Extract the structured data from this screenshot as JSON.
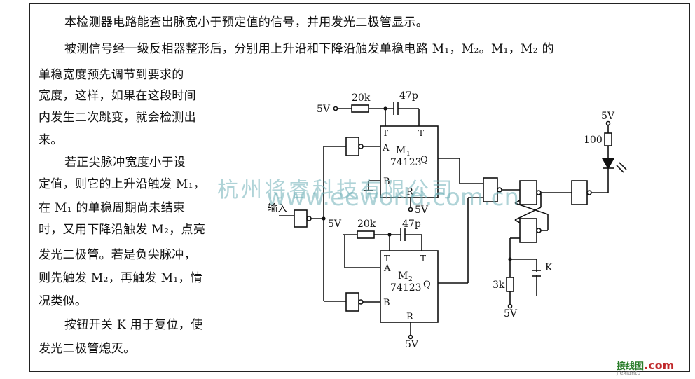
{
  "text": {
    "p1": "本检测器电路能查出脉宽小于预定值的信号，并用发光二极管显示。",
    "p2": "被测信号经一级反相器整形后，分别用上升沿和下降沿触发单稳电路 M₁，M₂。M₁，M₂ 的",
    "p2b": "单稳宽度预先调节到要求的",
    "p2c": "宽度，这样，如果在这段时间",
    "p2d": "内发生二次跳变，就会检测出",
    "p2e": "来。",
    "p3": "若正尖脉冲宽度小于设",
    "p3b": "定值，则它的上升沿触发 M₁，",
    "p3c": "在 M₁ 的单稳周期尚未结束",
    "p3d": "时，又用下降沿触发 M₂，点亮",
    "p3e": "发光二极管。若是负尖脉冲，",
    "p3f": "则先触发 M₂，再触发 M₁，情",
    "p3g": "况类似。",
    "p4": "按钮开关 K 用于复位，使",
    "p4b": "发光二极管熄灭。"
  },
  "circuit": {
    "v5": "5V",
    "r1": "20k",
    "c1": "47p",
    "r2": "20k",
    "c2": "47p",
    "r_led": "100",
    "r_reset": "3k",
    "switch": "K",
    "input_label": "输入",
    "m1_name": "M",
    "m1_sub": "1",
    "m2_name": "M",
    "m2_sub": "2",
    "ic": "74123",
    "pin_a": "A",
    "pin_b": "B",
    "pin_r": "R",
    "pin_t2": "T",
    "pin_t1": "T",
    "pin_q": "Q"
  },
  "watermark": {
    "cn": "杭州将睿科技有限公司",
    "url": "www.eeworld.com.cn",
    "logo_cn": "接线图",
    "logo_com": ".com",
    "logo_sub": "jiexiantu"
  }
}
